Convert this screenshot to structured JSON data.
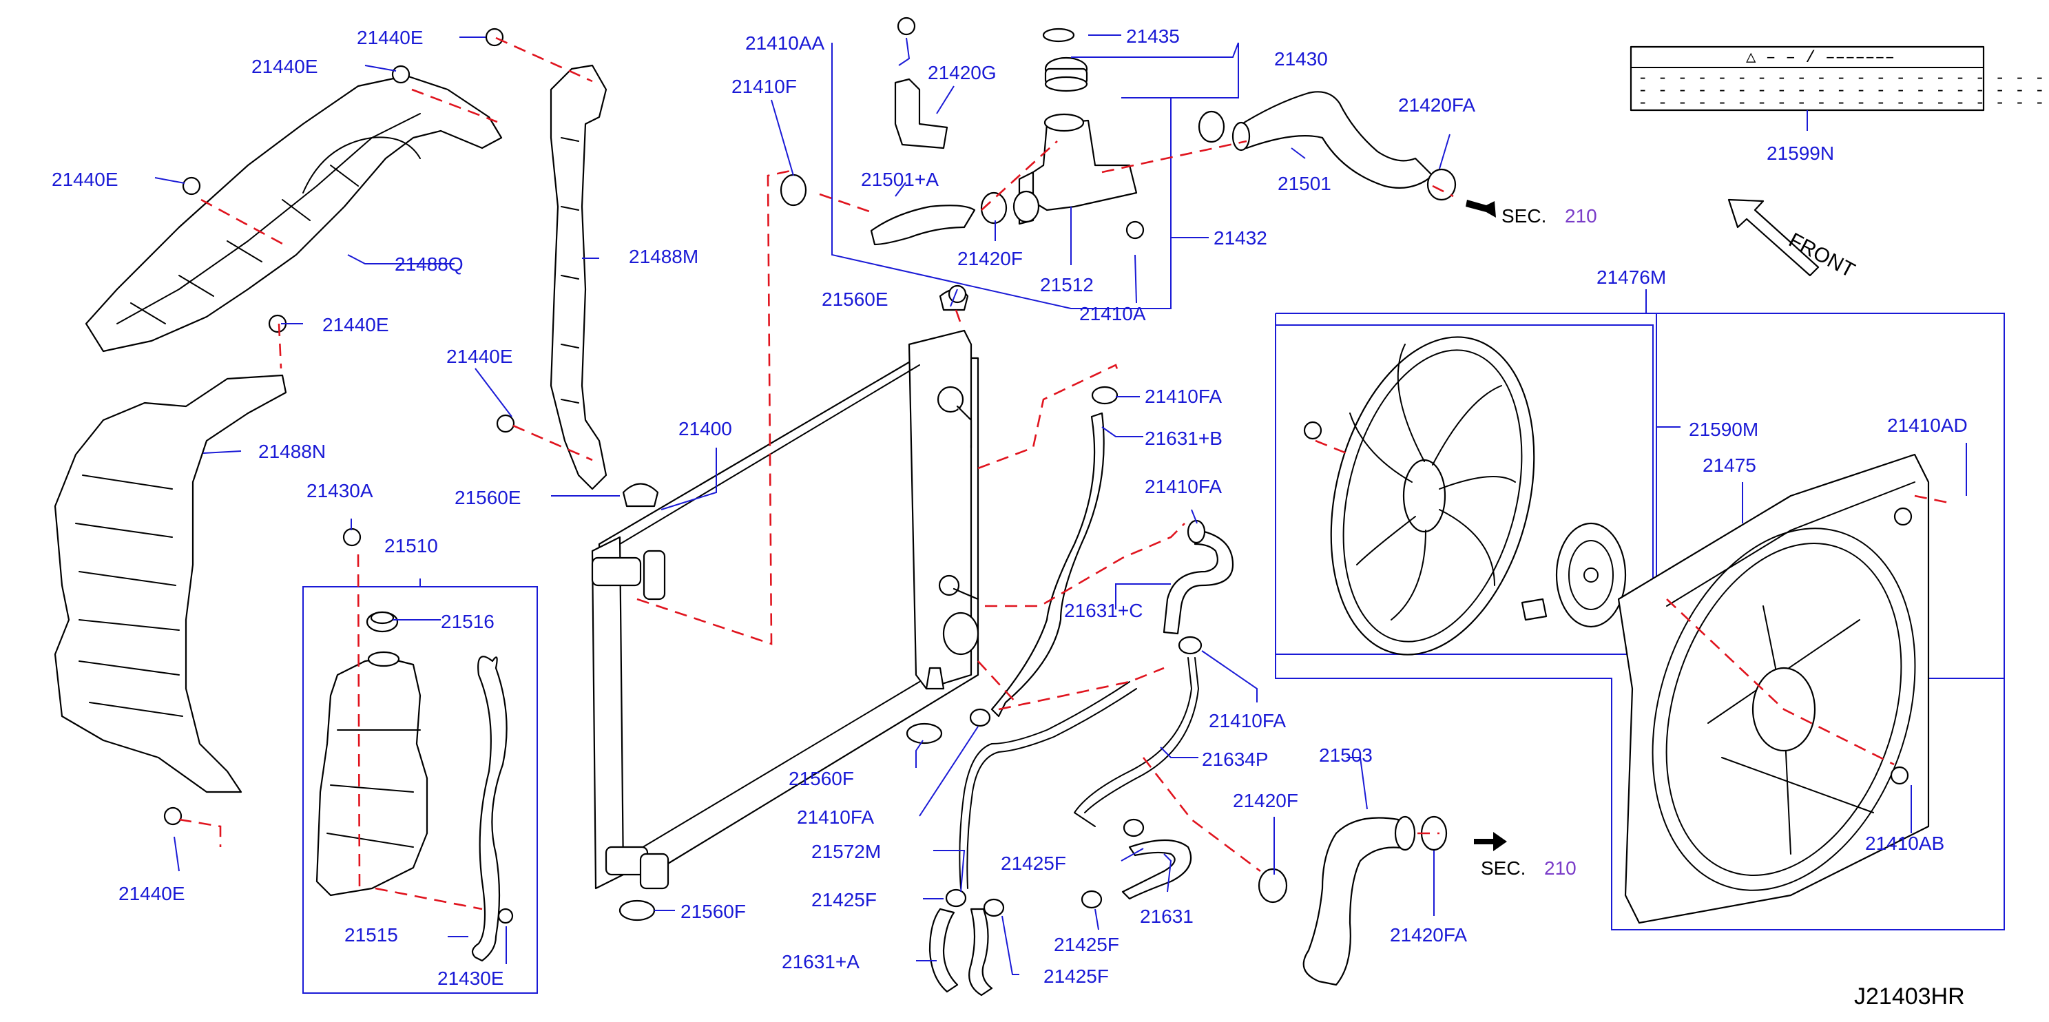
{
  "figure_id": "J21403HR",
  "front_label": "FRONT",
  "sec_refs": [
    {
      "prefix": "SEC.",
      "number": "210"
    },
    {
      "prefix": "SEC.",
      "number": "210"
    }
  ],
  "warning_label": {
    "header": "△ – – / –––––––",
    "line1": "- - - - - - - - - - - - - - - - - - - - - - - - - - - - - - - - - - - - -",
    "line2": "- - - - - - - - - - - - - - - - - - - - - - - - - - - - - - - - - - - - -",
    "line3": "- - - - - - - - - - - - - - - - - - - - - - - - - - - - - -"
  },
  "callouts": [
    "21440E",
    "21440E",
    "21440E",
    "21488Q",
    "21440E",
    "21488N",
    "21440E",
    "21488M",
    "21440E",
    "21430A",
    "21510",
    "21516",
    "21515",
    "21430E",
    "21410AA",
    "21420G",
    "21435",
    "21430",
    "21410F",
    "21501+A",
    "21420F",
    "21512",
    "21410A",
    "21432",
    "21501",
    "21420FA",
    "21560E",
    "21400",
    "21560E",
    "21410FA",
    "21631+B",
    "21410FA",
    "21631+C",
    "21410FA",
    "21634P",
    "21560F",
    "21410FA",
    "21572M",
    "21425F",
    "21425F",
    "21631+A",
    "21425F",
    "21425F",
    "21631",
    "21420F",
    "21503",
    "21420FA",
    "21560F",
    "21599N",
    "21476M",
    "21590M",
    "21410AD",
    "21475",
    "21410AB"
  ]
}
